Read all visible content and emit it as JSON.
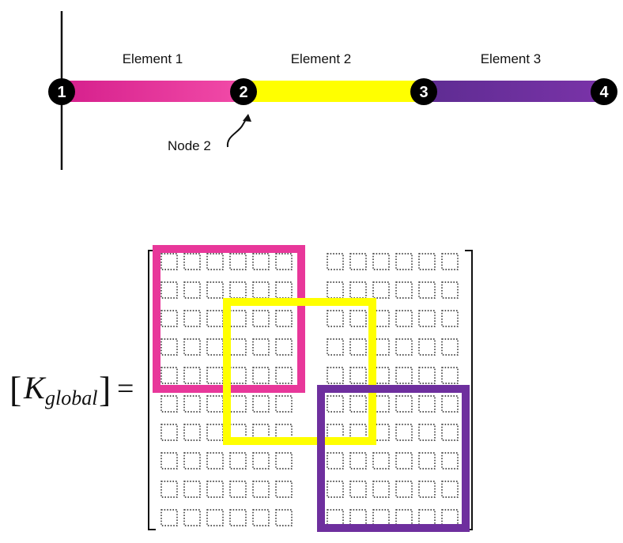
{
  "elements": [
    {
      "label": "Element 1",
      "color": "#E8379A"
    },
    {
      "label": "Element 2",
      "color": "#FFFF00"
    },
    {
      "label": "Element 3",
      "color": "#6E2F9E"
    }
  ],
  "nodes": [
    "1",
    "2",
    "3",
    "4"
  ],
  "callout": {
    "label": "Node 2"
  },
  "equation": {
    "open_bracket": "[",
    "symbol": "K",
    "subscript": "global",
    "close_bracket": "]",
    "equals": "="
  },
  "matrix": {
    "rows": 10,
    "cols": 12
  }
}
